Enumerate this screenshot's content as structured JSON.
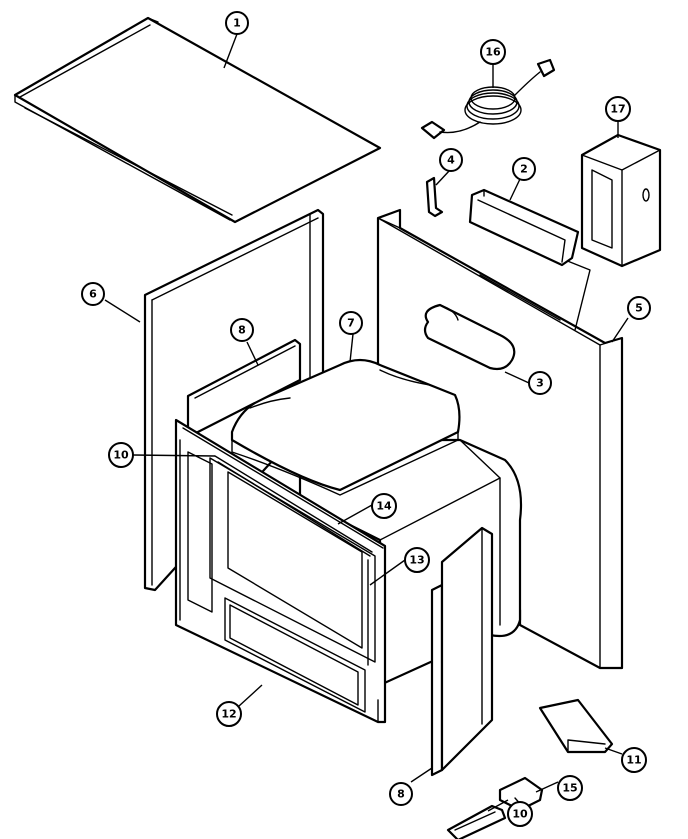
{
  "callouts": {
    "c1": "1",
    "c2": "2",
    "c3": "3",
    "c4": "4",
    "c5": "5",
    "c6": "6",
    "c7": "7",
    "c8a": "8",
    "c8b": "8",
    "c10a": "10",
    "c10b": "10",
    "c11": "11",
    "c12": "12",
    "c13": "13",
    "c14": "14",
    "c15": "15",
    "c16": "16",
    "c17": "17"
  }
}
